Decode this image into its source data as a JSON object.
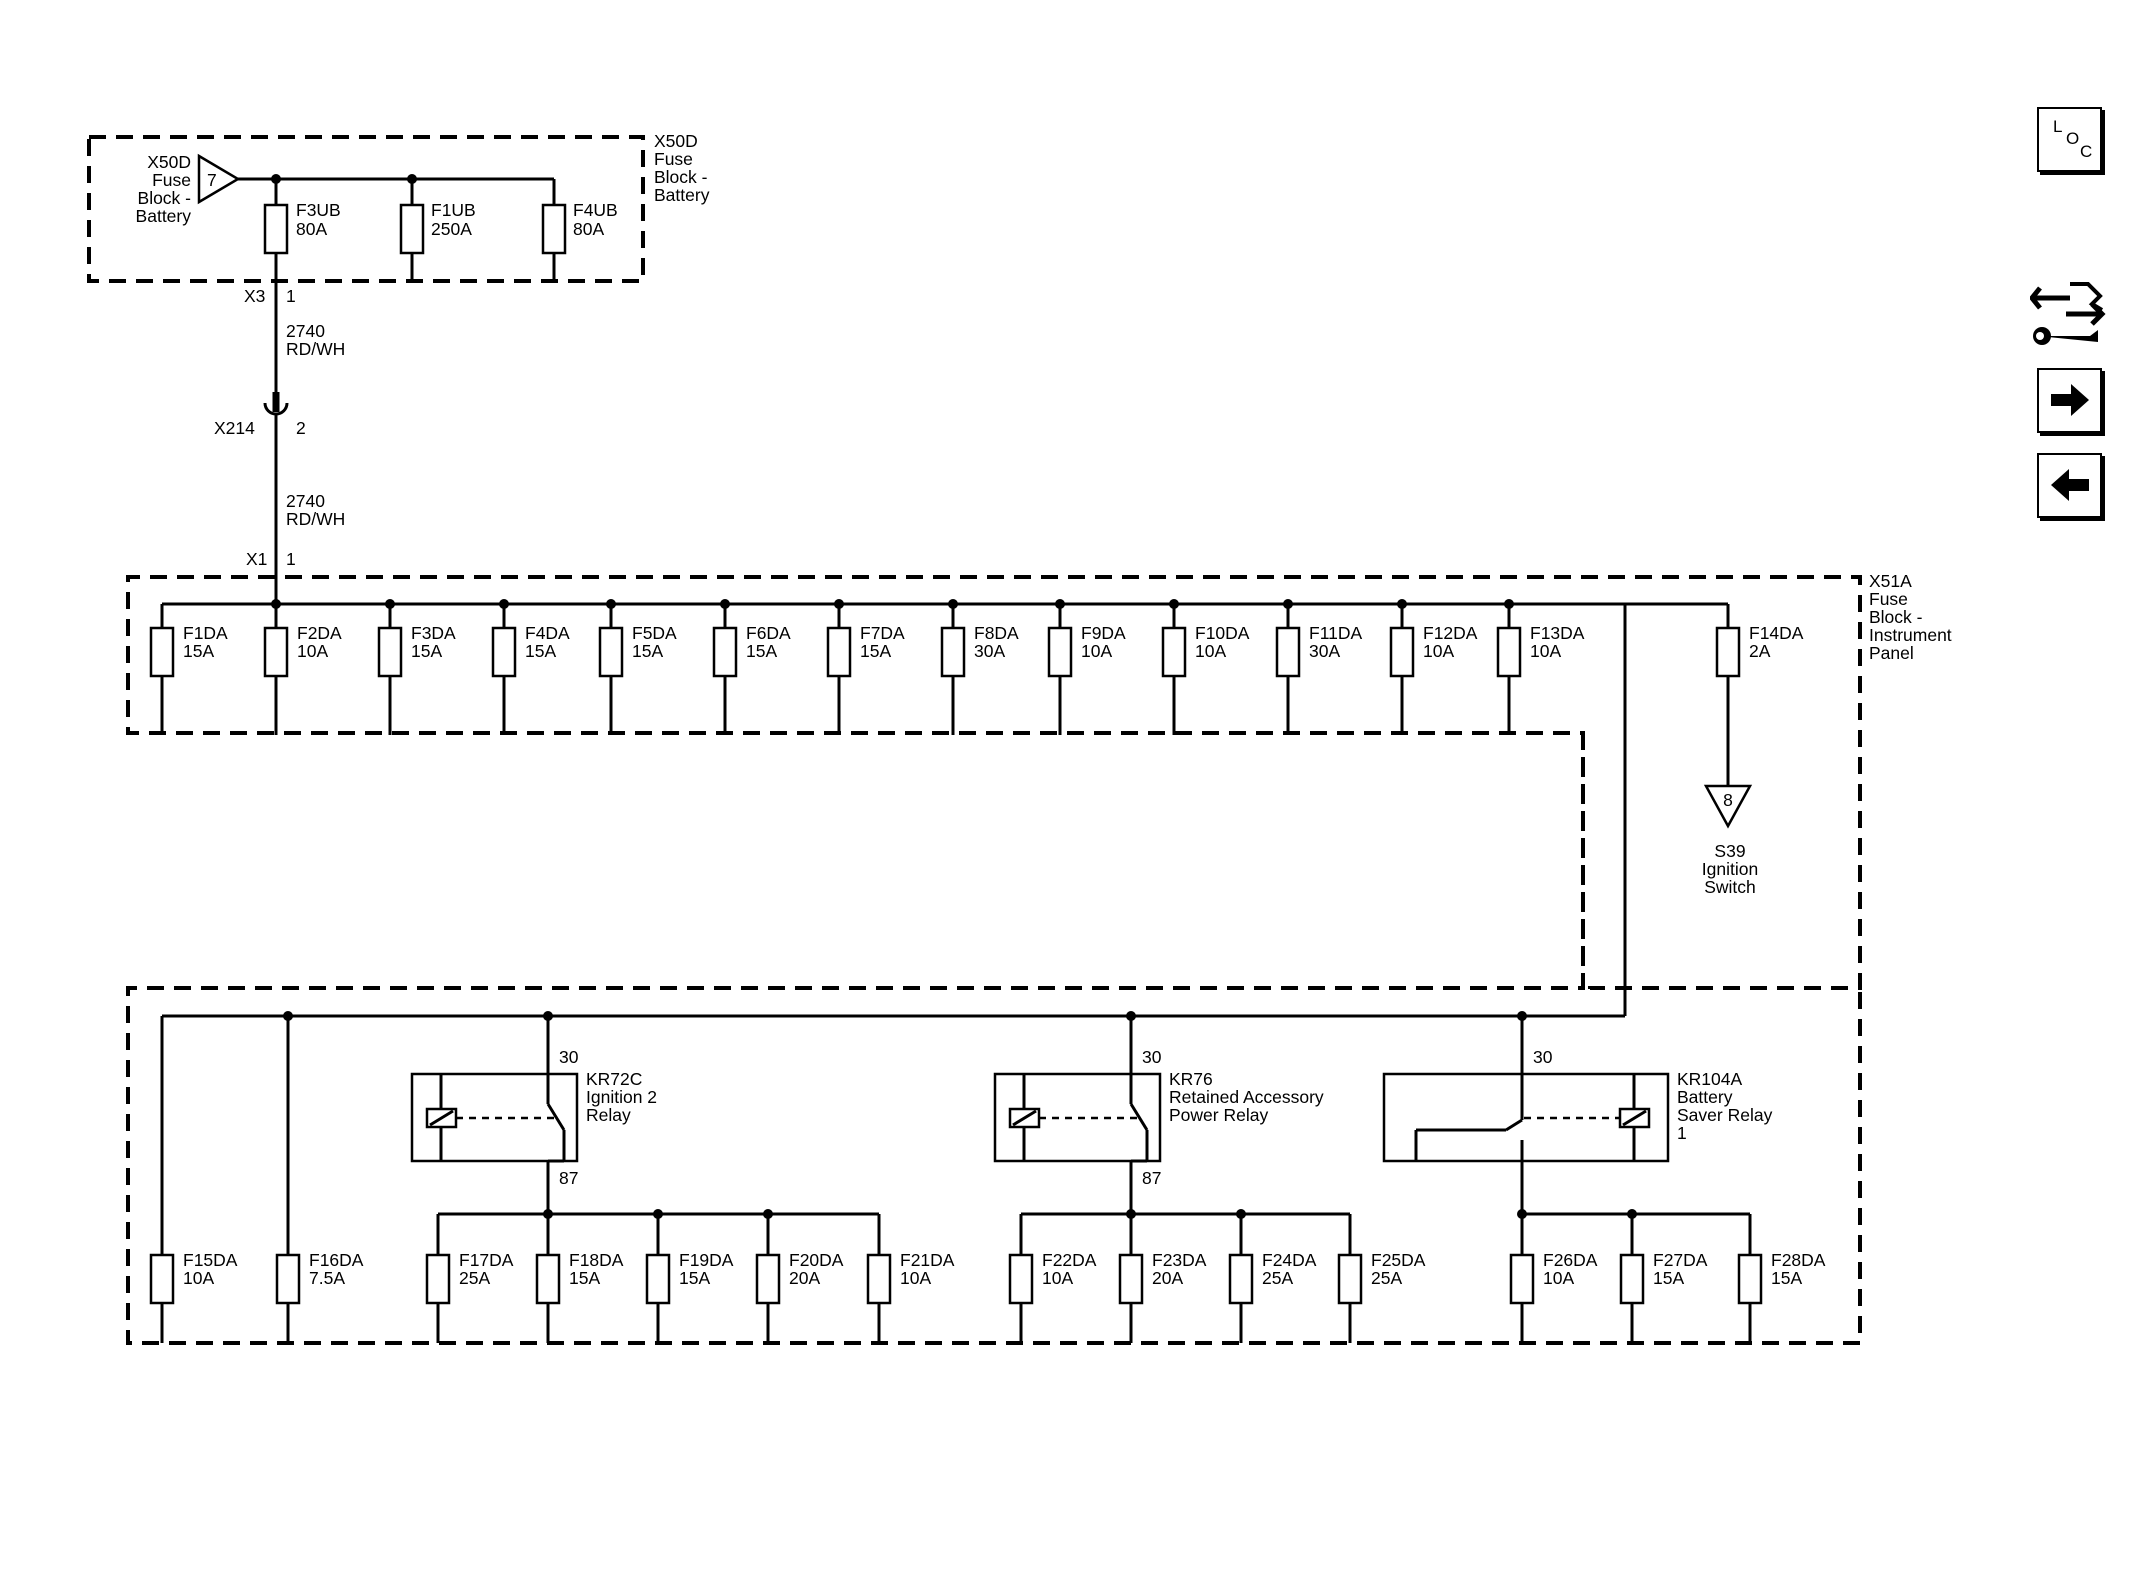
{
  "blocks": {
    "x50d_left": [
      "X50D",
      "Fuse",
      "Block -",
      "Battery"
    ],
    "x50d_right": [
      "X50D",
      "Fuse",
      "Block -",
      "Battery"
    ],
    "x50d_pin": "7",
    "x51a": [
      "X51A",
      "Fuse",
      "Block -",
      "Instrument",
      "Panel"
    ]
  },
  "battery_fuses": [
    {
      "name": "F3UB",
      "rating": "80A"
    },
    {
      "name": "F1UB",
      "rating": "250A"
    },
    {
      "name": "F4UB",
      "rating": "80A"
    }
  ],
  "connectors": {
    "x3": "X3",
    "x3_pin": "1",
    "x214": "X214",
    "x214_pin": "2",
    "x1": "X1",
    "x1_pin": "1"
  },
  "wires": [
    {
      "circuit": "2740",
      "color": "RD/WH"
    },
    {
      "circuit": "2740",
      "color": "RD/WH"
    }
  ],
  "ip_fuses_top": [
    {
      "name": "F1DA",
      "rating": "15A"
    },
    {
      "name": "F2DA",
      "rating": "10A"
    },
    {
      "name": "F3DA",
      "rating": "15A"
    },
    {
      "name": "F4DA",
      "rating": "15A"
    },
    {
      "name": "F5DA",
      "rating": "15A"
    },
    {
      "name": "F6DA",
      "rating": "15A"
    },
    {
      "name": "F7DA",
      "rating": "15A"
    },
    {
      "name": "F8DA",
      "rating": "30A"
    },
    {
      "name": "F9DA",
      "rating": "10A"
    },
    {
      "name": "F10DA",
      "rating": "10A"
    },
    {
      "name": "F11DA",
      "rating": "30A"
    },
    {
      "name": "F12DA",
      "rating": "10A"
    },
    {
      "name": "F13DA",
      "rating": "10A"
    }
  ],
  "f14": {
    "name": "F14DA",
    "rating": "2A"
  },
  "s39": {
    "pin": "8",
    "label": [
      "S39",
      "Ignition",
      "Switch"
    ]
  },
  "relays": [
    {
      "id": "KR72C",
      "desc": [
        "Ignition 2",
        "Relay"
      ],
      "pin_in": "30",
      "pin_out": "87"
    },
    {
      "id": "KR76",
      "desc": [
        "Retained Accessory",
        "Power Relay"
      ],
      "pin_in": "30",
      "pin_out": "87"
    },
    {
      "id": "KR104A",
      "desc": [
        "Battery",
        "Saver Relay",
        "1"
      ],
      "pin_in": "30"
    }
  ],
  "ip_fuses_bottom": [
    {
      "name": "F15DA",
      "rating": "10A"
    },
    {
      "name": "F16DA",
      "rating": "7.5A"
    },
    {
      "name": "F17DA",
      "rating": "25A"
    },
    {
      "name": "F18DA",
      "rating": "15A"
    },
    {
      "name": "F19DA",
      "rating": "15A"
    },
    {
      "name": "F20DA",
      "rating": "20A"
    },
    {
      "name": "F21DA",
      "rating": "10A"
    },
    {
      "name": "F22DA",
      "rating": "10A"
    },
    {
      "name": "F23DA",
      "rating": "20A"
    },
    {
      "name": "F24DA",
      "rating": "25A"
    },
    {
      "name": "F25DA",
      "rating": "25A"
    },
    {
      "name": "F26DA",
      "rating": "10A"
    },
    {
      "name": "F27DA",
      "rating": "15A"
    },
    {
      "name": "F28DA",
      "rating": "15A"
    }
  ],
  "nav": {
    "loc": {
      "l": "L",
      "o": "O",
      "c": "C",
      "icon": "location-view-icon"
    },
    "diag_icon": "connector-diagnostic-icon",
    "next_icon": "arrow-right-icon",
    "prev_icon": "arrow-left-icon"
  }
}
